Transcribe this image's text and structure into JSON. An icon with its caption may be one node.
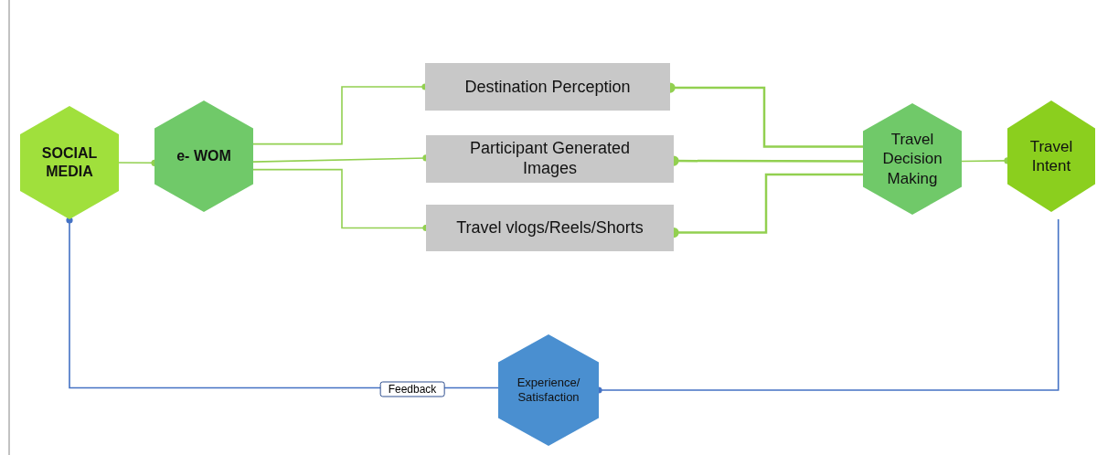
{
  "diagram": {
    "nodes": [
      {
        "text": [
          "SOCIAL MEDIA"
        ]
      },
      {
        "text": [
          "e- WOM"
        ]
      },
      {
        "text": [
          "Destination Perception"
        ]
      },
      {
        "text": [
          "Participant Generated Images"
        ]
      },
      {
        "text": [
          "Travel vlogs/Reels/Shorts"
        ]
      },
      {
        "text": [
          "Travel Decision Making"
        ]
      },
      {
        "text": [
          "Travel Intent"
        ]
      },
      {
        "text": [
          "Experience/ Satisfaction"
        ]
      }
    ],
    "edges": [
      {
        "from": 0,
        "to": 1,
        "arrow": "other"
      },
      {
        "from": 1,
        "to": 2,
        "arrow": "other"
      },
      {
        "from": 1,
        "to": 3,
        "arrow": "other"
      },
      {
        "from": 1,
        "to": 4,
        "arrow": "other"
      },
      {
        "from": 5,
        "to": 2,
        "arrow": "other"
      },
      {
        "from": 5,
        "to": 3,
        "arrow": "other"
      },
      {
        "from": 5,
        "to": 4,
        "arrow": "other"
      },
      {
        "from": 5,
        "to": 6,
        "arrow": "other"
      },
      {
        "from": 6,
        "to": 7,
        "arrow": "other",
        "color": "#4472c4"
      },
      {
        "from": 7,
        "to": 0,
        "arrow": "other",
        "label": "Feedback",
        "color": "#4472c4"
      }
    ]
  }
}
